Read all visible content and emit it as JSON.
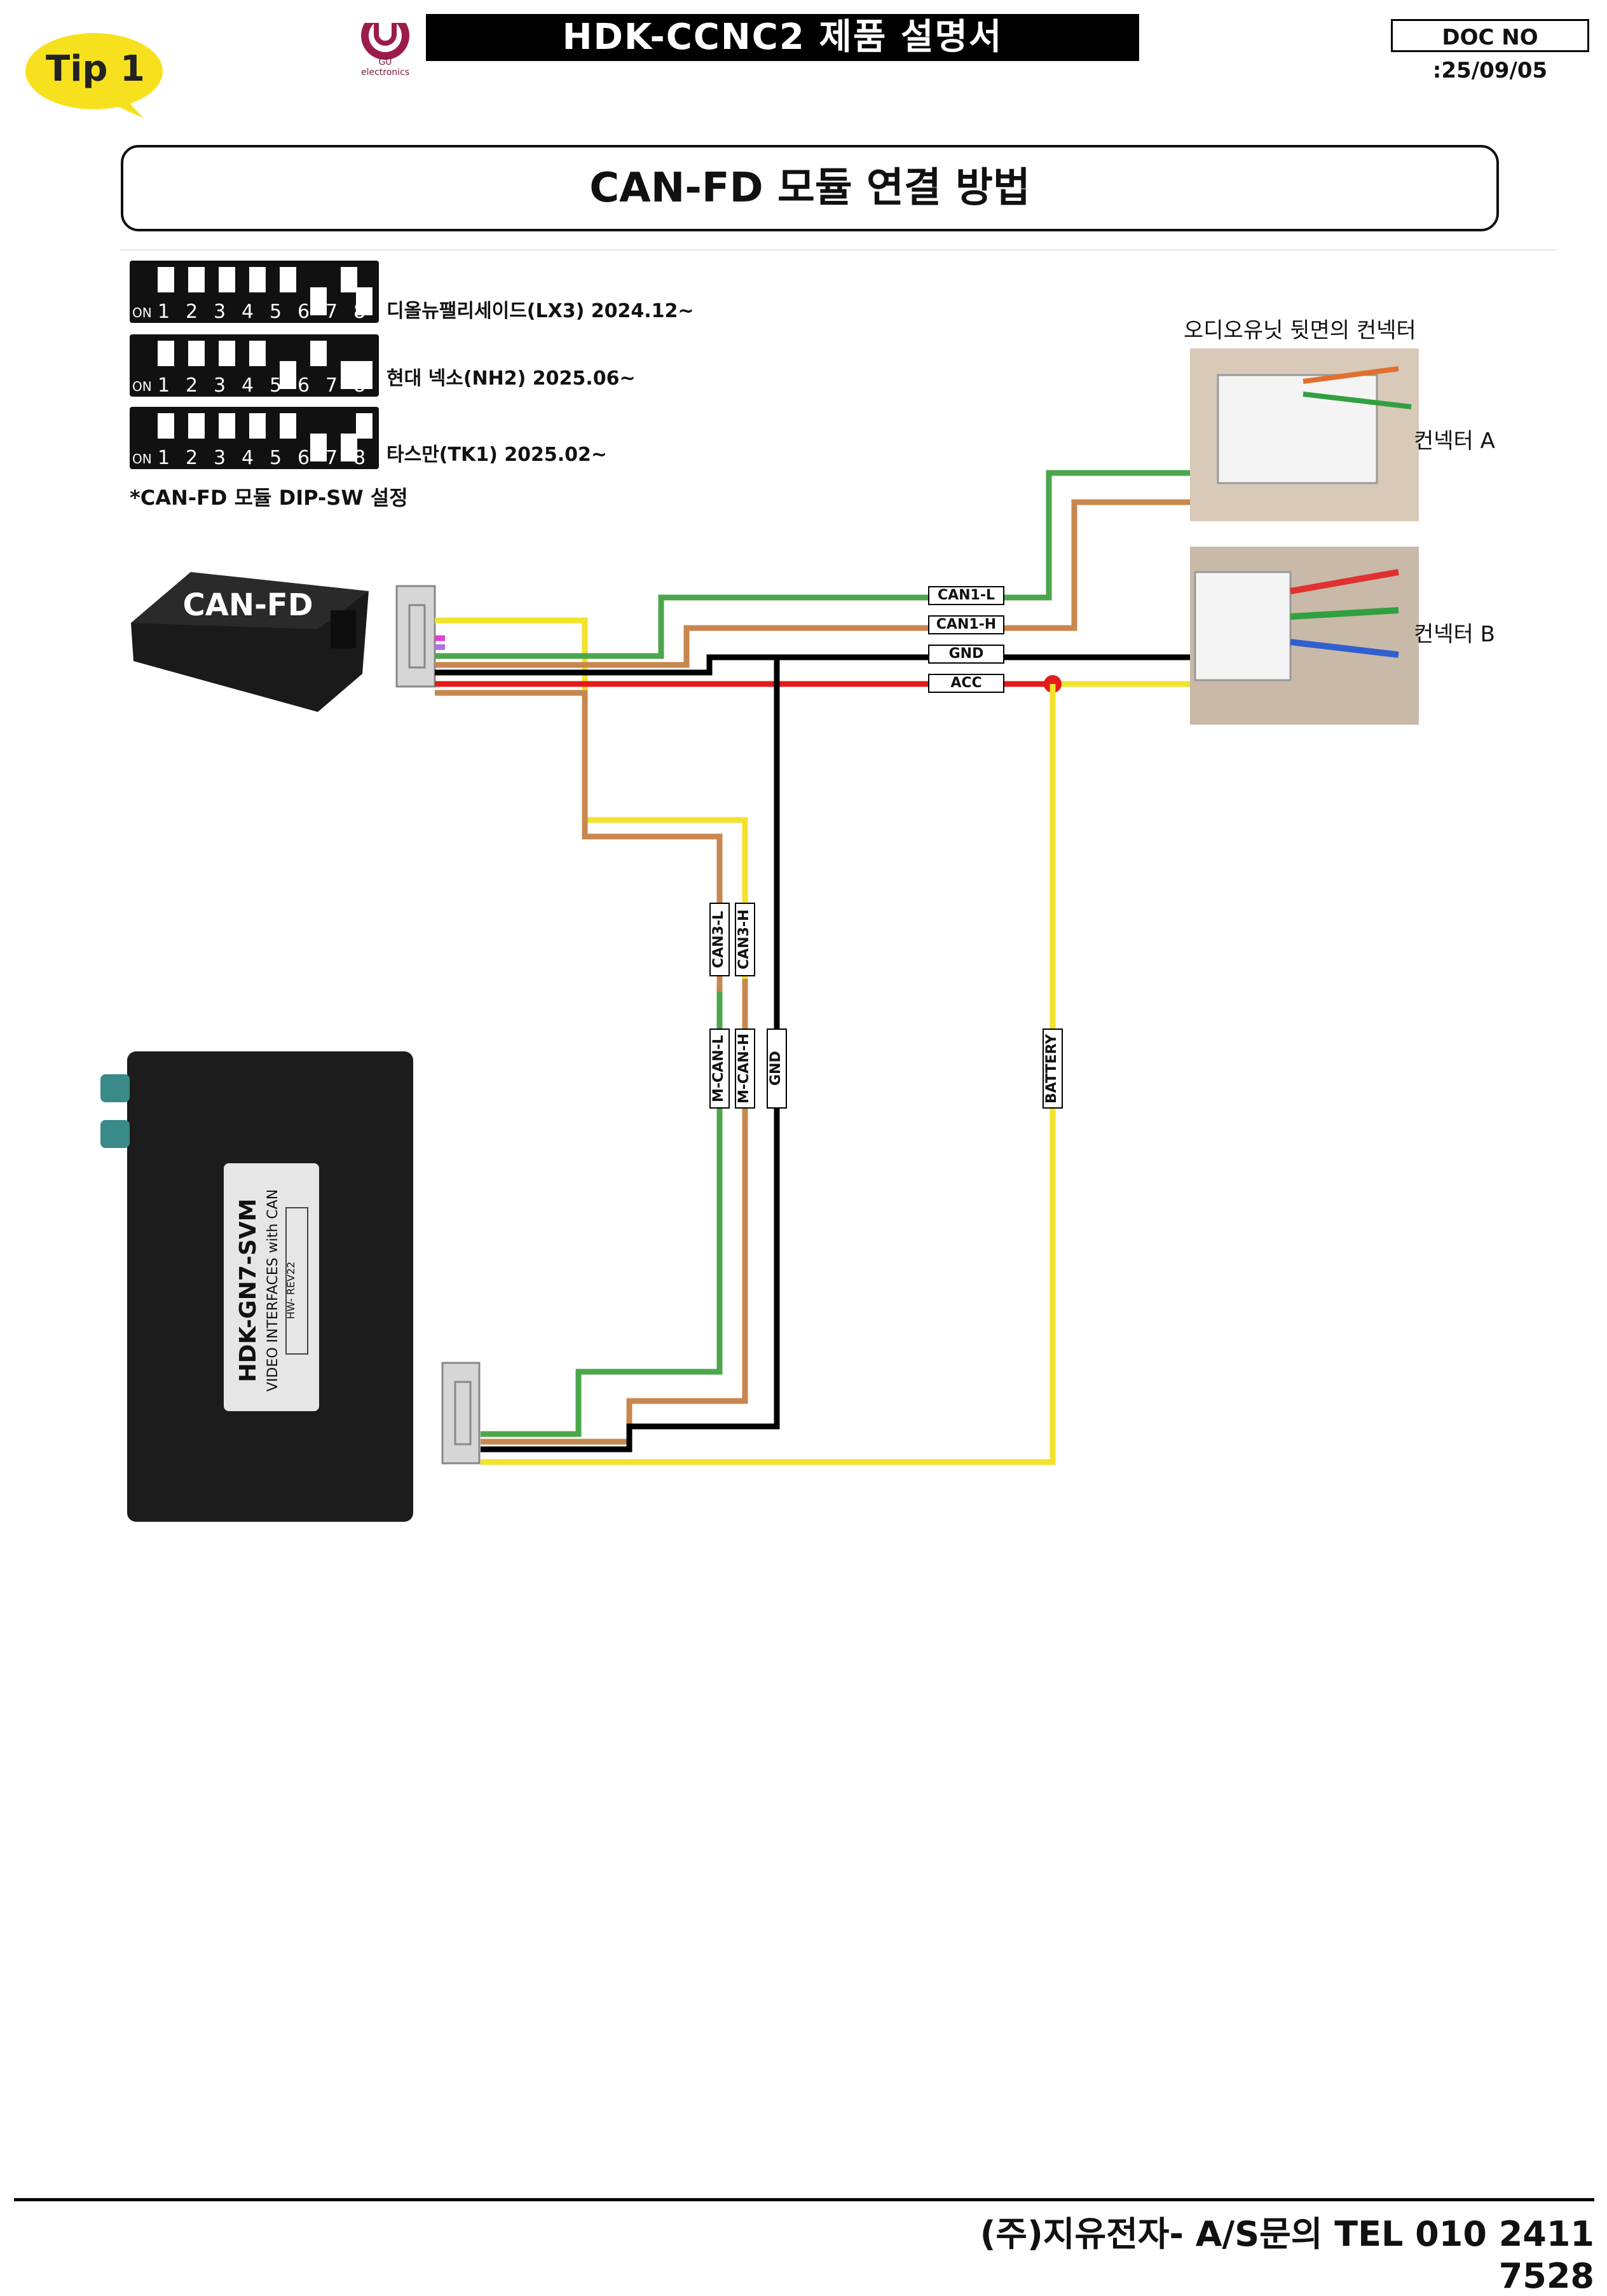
{
  "header": {
    "title": "HDK-CCNC2 제품 설명서",
    "doc_no": "DOC NO :25/09/05",
    "tip_label": "Tip 1",
    "logo_text": "GU electronics"
  },
  "section": {
    "heading": "CAN-FD 모듈 연결 방법"
  },
  "dip_switches": [
    {
      "label": "디올뉴팰리세이드(LX3) 2024.12~",
      "on_text": "ON",
      "numbers": [
        "1",
        "2",
        "3",
        "4",
        "5",
        "6",
        "7",
        "8"
      ]
    },
    {
      "label": "현대 넥소(NH2) 2025.06~",
      "on_text": "ON",
      "numbers": [
        "1",
        "2",
        "3",
        "4",
        "5",
        "6",
        "7",
        "8"
      ]
    },
    {
      "label": "타스만(TK1) 2025.02~",
      "on_text": "ON",
      "numbers": [
        "1",
        "2",
        "3",
        "4",
        "5",
        "6",
        "7",
        "8"
      ]
    }
  ],
  "dip_caption": "*CAN-FD 모듈 DIP-SW 설정",
  "canfd_module": {
    "label": "CAN-FD"
  },
  "connectors": {
    "caption": "오디오유닛 뒷면의 컨넥터",
    "a_label": "컨넥터 A",
    "b_label": "컨넥터 B"
  },
  "wire_labels": {
    "can1_l": "CAN1-L",
    "can1_h": "CAN1-H",
    "gnd": "GND",
    "acc": "ACC",
    "can3_l": "CAN3-L",
    "can3_h": "CAN3-H",
    "m_can_l": "M-CAN-L",
    "m_can_h": "M-CAN-H",
    "gnd_v": "GND",
    "battery": "BATTERY"
  },
  "device": {
    "title": "HDK-GN7-SVM",
    "subtitle": "VIDEO INTERFACES with CAN",
    "rev": "HW- REV22"
  },
  "colors": {
    "green": "#4ca64c",
    "brown": "#c8874e",
    "black": "#000000",
    "red": "#e21b1b",
    "yellow": "#f2e22a",
    "pink": "#e23fd0",
    "tip_yellow": "#f7e11e"
  },
  "footer": {
    "text": "(주)지유전자- A/S문의 TEL 010 2411 7528"
  }
}
